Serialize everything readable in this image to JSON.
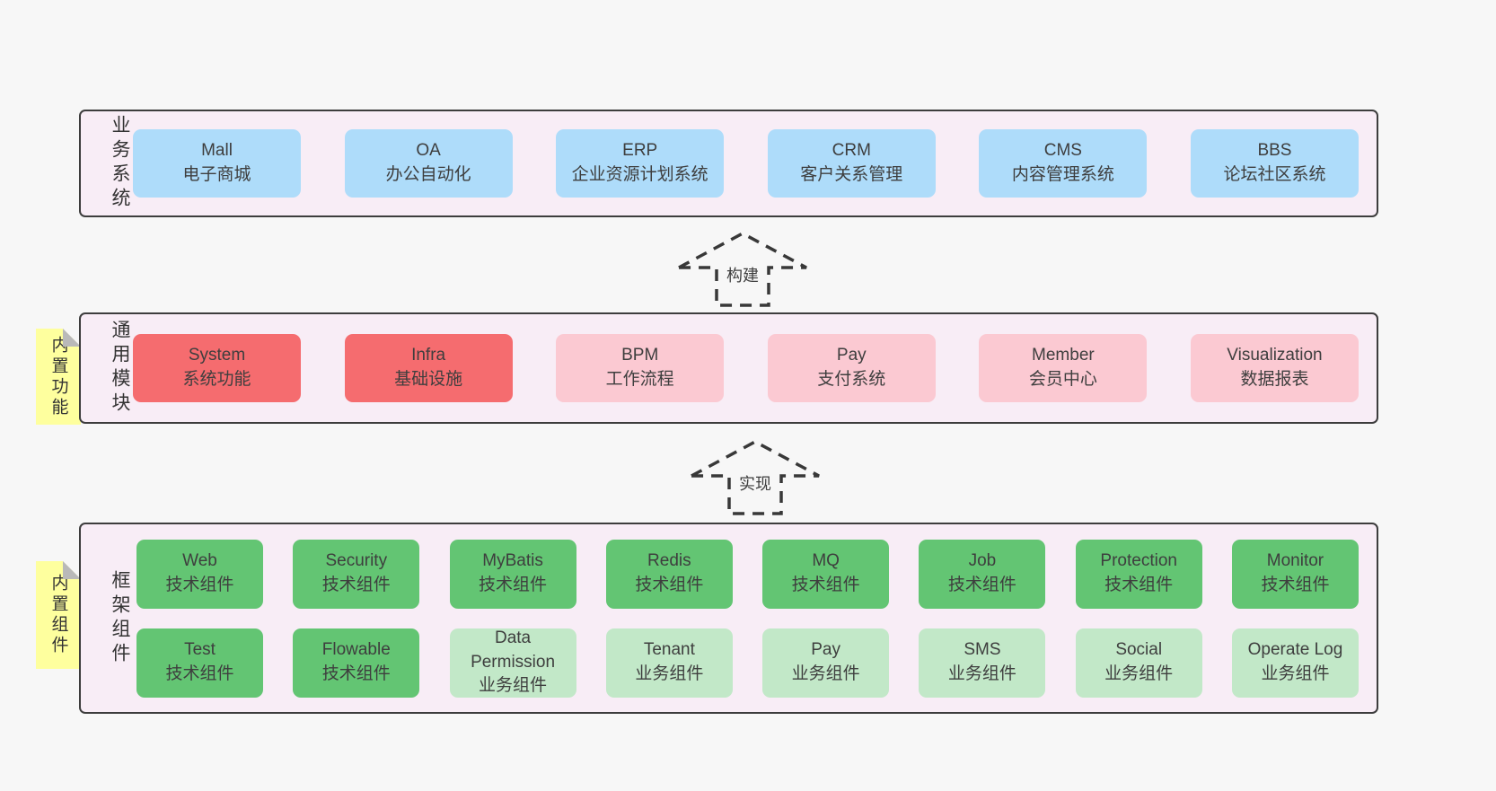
{
  "page": {
    "background": "#f7f7f7",
    "text_color": "#3e3e3e"
  },
  "colors": {
    "panel_bg": "#f8edf6",
    "panel_border": "#3d3d3d",
    "blue_box": "#aedcfa",
    "red_box": "#f56c6f",
    "pink_box": "#fbc9d2",
    "green_dark_box": "#63c573",
    "green_light_box": "#c2e8c8",
    "yellow_tab": "#feff9e",
    "fold_gray": "#b9b9b9"
  },
  "arrows": [
    {
      "label": "构建"
    },
    {
      "label": "实现"
    }
  ],
  "sections": {
    "business": {
      "label": "业务系统",
      "boxes": [
        {
          "title": "Mall",
          "subtitle": "电子商城"
        },
        {
          "title": "OA",
          "subtitle": "办公自动化"
        },
        {
          "title": "ERP",
          "subtitle": "企业资源计划系统"
        },
        {
          "title": "CRM",
          "subtitle": "客户关系管理"
        },
        {
          "title": "CMS",
          "subtitle": "内容管理系统"
        },
        {
          "title": "BBS",
          "subtitle": "论坛社区系统"
        }
      ]
    },
    "modules": {
      "tab": "内置功能",
      "label": "通用模块",
      "boxes": [
        {
          "title": "System",
          "subtitle": "系统功能",
          "variant": "red"
        },
        {
          "title": "Infra",
          "subtitle": "基础设施",
          "variant": "red"
        },
        {
          "title": "BPM",
          "subtitle": "工作流程",
          "variant": "pink"
        },
        {
          "title": "Pay",
          "subtitle": "支付系统",
          "variant": "pink"
        },
        {
          "title": "Member",
          "subtitle": "会员中心",
          "variant": "pink"
        },
        {
          "title": "Visualization",
          "subtitle": "数据报表",
          "variant": "pink"
        }
      ]
    },
    "components": {
      "tab": "内置组件",
      "label": "框架组件",
      "row1": [
        {
          "title": "Web",
          "subtitle": "技术组件",
          "variant": "green-dark"
        },
        {
          "title": "Security",
          "subtitle": "技术组件",
          "variant": "green-dark"
        },
        {
          "title": "MyBatis",
          "subtitle": "技术组件",
          "variant": "green-dark"
        },
        {
          "title": "Redis",
          "subtitle": "技术组件",
          "variant": "green-dark"
        },
        {
          "title": "MQ",
          "subtitle": "技术组件",
          "variant": "green-dark"
        },
        {
          "title": "Job",
          "subtitle": "技术组件",
          "variant": "green-dark"
        },
        {
          "title": "Protection",
          "subtitle": "技术组件",
          "variant": "green-dark"
        },
        {
          "title": "Monitor",
          "subtitle": "技术组件",
          "variant": "green-dark"
        }
      ],
      "row2": [
        {
          "title": "Test",
          "subtitle": "技术组件",
          "variant": "green-dark"
        },
        {
          "title": "Flowable",
          "subtitle": "技术组件",
          "variant": "green-dark"
        },
        {
          "title": "Data Permission",
          "subtitle": "业务组件",
          "variant": "green-light"
        },
        {
          "title": "Tenant",
          "subtitle": "业务组件",
          "variant": "green-light"
        },
        {
          "title": "Pay",
          "subtitle": "业务组件",
          "variant": "green-light"
        },
        {
          "title": "SMS",
          "subtitle": "业务组件",
          "variant": "green-light"
        },
        {
          "title": "Social",
          "subtitle": "业务组件",
          "variant": "green-light"
        },
        {
          "title": "Operate Log",
          "subtitle": "业务组件",
          "variant": "green-light"
        }
      ]
    }
  }
}
